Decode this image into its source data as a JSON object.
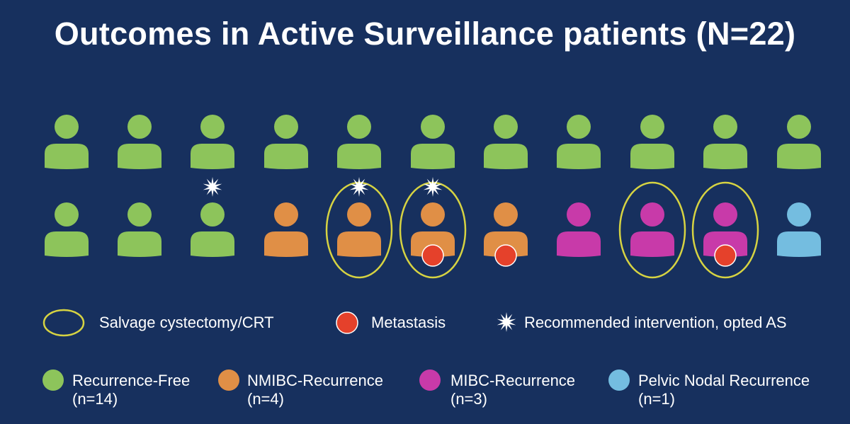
{
  "title": "Outcomes in Active Surveillance patients (N=22)",
  "colors": {
    "background": "#17305e",
    "recurrence_free": "#8dc45b",
    "nmibc": "#e08f46",
    "mibc": "#c83aa9",
    "pelvic_nodal": "#74bde0",
    "salvage_ring": "#d6d342",
    "metastasis": "#e5412b",
    "star": "#ffffff"
  },
  "patients": [
    [
      {
        "category": "recurrence_free"
      },
      {
        "category": "recurrence_free"
      },
      {
        "category": "recurrence_free"
      },
      {
        "category": "recurrence_free"
      },
      {
        "category": "recurrence_free"
      },
      {
        "category": "recurrence_free"
      },
      {
        "category": "recurrence_free"
      },
      {
        "category": "recurrence_free"
      },
      {
        "category": "recurrence_free"
      },
      {
        "category": "recurrence_free"
      },
      {
        "category": "recurrence_free"
      }
    ],
    [
      {
        "category": "recurrence_free"
      },
      {
        "category": "recurrence_free"
      },
      {
        "category": "recurrence_free",
        "star": true
      },
      {
        "category": "nmibc"
      },
      {
        "category": "nmibc",
        "star": true,
        "salvage": true
      },
      {
        "category": "nmibc",
        "star": true,
        "salvage": true,
        "metastasis": true
      },
      {
        "category": "nmibc",
        "metastasis": true
      },
      {
        "category": "mibc"
      },
      {
        "category": "mibc",
        "salvage": true
      },
      {
        "category": "mibc",
        "salvage": true,
        "metastasis": true
      },
      {
        "category": "pelvic_nodal"
      }
    ]
  ],
  "legend_markers": {
    "salvage": "Salvage cystectomy/CRT",
    "metastasis": "Metastasis",
    "star": "Recommended intervention, opted AS"
  },
  "legend_categories": {
    "recurrence_free": {
      "label": "Recurrence-Free",
      "count": "(n=14)"
    },
    "nmibc": {
      "label": "NMIBC-Recurrence",
      "count": "(n=4)"
    },
    "mibc": {
      "label": "MIBC-Recurrence",
      "count": "(n=3)"
    },
    "pelvic_nodal": {
      "label": "Pelvic Nodal Recurrence",
      "count": "(n=1)"
    }
  },
  "icons": {
    "person": "person-icon",
    "star": "star-burst-icon",
    "salvage": "salvage-ring-icon",
    "metastasis": "metastasis-dot-icon"
  }
}
